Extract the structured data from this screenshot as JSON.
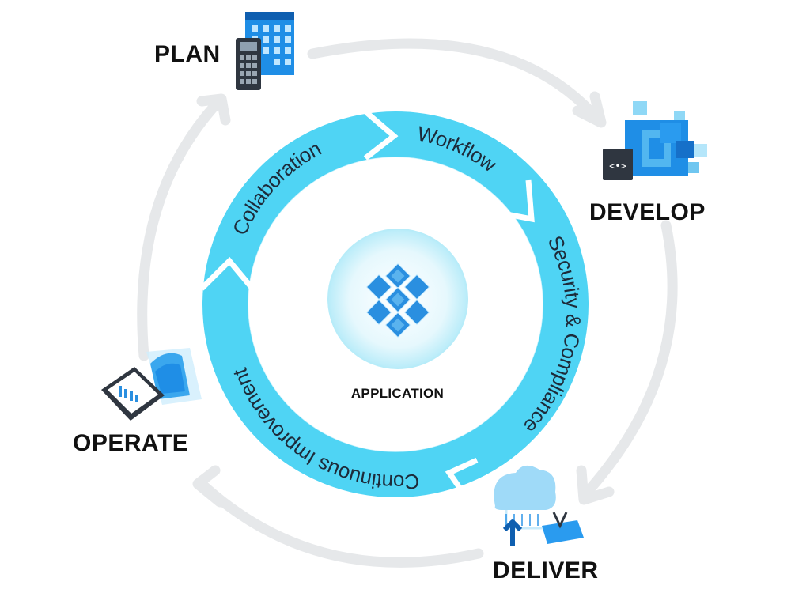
{
  "diagram": {
    "phases": [
      {
        "id": "plan",
        "label": "PLAN",
        "icon": "calendar-calculator-icon"
      },
      {
        "id": "develop",
        "label": "DEVELOP",
        "icon": "code-cubes-icon"
      },
      {
        "id": "deliver",
        "label": "DELIVER",
        "icon": "cloud-upload-icon"
      },
      {
        "id": "operate",
        "label": "OPERATE",
        "icon": "monitor-chart-icon"
      }
    ],
    "ring_segments": [
      {
        "id": "collaboration",
        "label": "Collaboration"
      },
      {
        "id": "workflow",
        "label": "Workflow"
      },
      {
        "id": "security",
        "label": "Security & Compliance"
      },
      {
        "id": "continuous",
        "label": "Continuous Improvement"
      }
    ],
    "center": {
      "label": "APPLICATION",
      "icon": "cube-cluster-icon"
    },
    "colors": {
      "ring": "#4fd4f4",
      "ring_text": "#1d2b3a",
      "outer_arrow": "#e6e8ea",
      "icon_blue": "#1f8ee6",
      "icon_light": "#7fd0f5",
      "dark": "#2f3640"
    }
  }
}
